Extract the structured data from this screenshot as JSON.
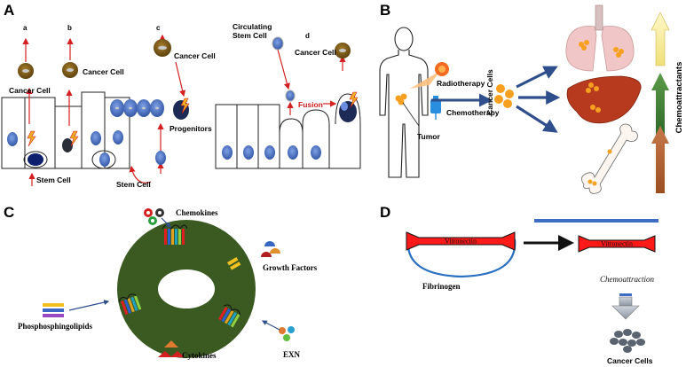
{
  "panels": {
    "A": {
      "letter": "A",
      "sub_a": "a",
      "sub_b": "b",
      "sub_c": "c",
      "sub_d": "d",
      "cancer_cell_1": "Cancer Cell",
      "cancer_cell_2": "Cancer Cell",
      "cancer_cell_3": "Cancer Cell",
      "cancer_cell_4": "Cancer Cell",
      "stem_cell_1": "Stem Cell",
      "stem_cell_2": "Stem Cell",
      "progenitors": "Progenitors",
      "circulating_line1": "Circulating",
      "circulating_line2": "Stem Cell",
      "fusion": "Fusion"
    },
    "B": {
      "letter": "B",
      "radiotherapy": "Radiotherapy",
      "chemotherapy": "Chemotherapy",
      "tumor": "Tumor",
      "cancer_cells": "Cancer Cells",
      "chemoattractants": "Chemoattractants"
    },
    "C": {
      "letter": "C",
      "chemokines": "Chemokines",
      "growth_factors": "Growth Factors",
      "phosphosphingolipids": "Phosphosphingolipids",
      "cytokines": "Cytokines",
      "exn": "EXN"
    },
    "D": {
      "letter": "D",
      "vitronectin_1": "Vitronectin",
      "vitronectin_2": "Vitronectin",
      "fibrinogen": "Fibrinogen",
      "chemoattraction": "Chemoattraction",
      "cancer_cells": "Cancer Cells"
    }
  },
  "colors": {
    "cell_blue": "#4a72c4",
    "cancer_brown": "#7a5a1a",
    "arrow_red": "#d42020",
    "arrow_navy": "#2e4f8c",
    "ring_green": "#3a5a22",
    "vitronectin_red": "#ff1a1a"
  }
}
